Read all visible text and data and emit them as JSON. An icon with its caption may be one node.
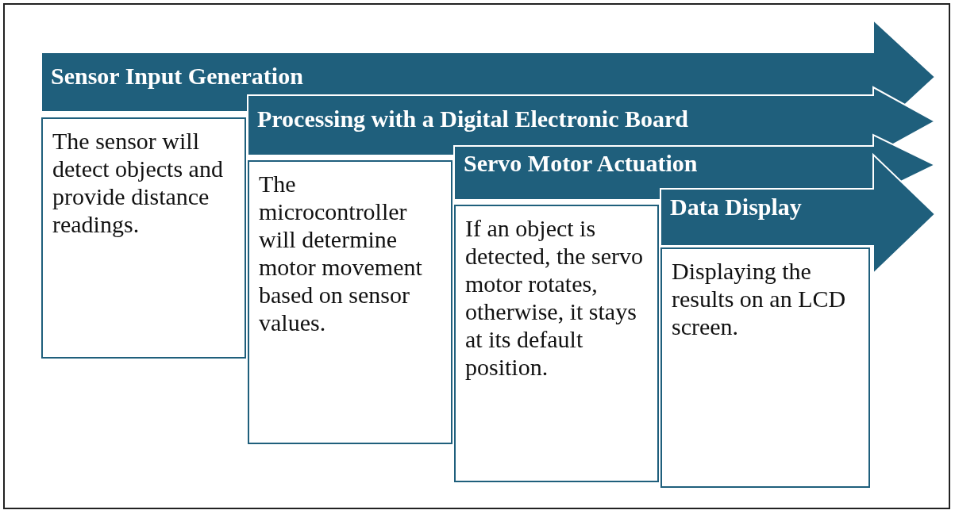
{
  "diagram": {
    "nodes": [
      {
        "text": [
          "Sensor Input Generation"
        ]
      },
      {
        "text": [
          "The sensor will detect objects and provide distance readings."
        ]
      },
      {
        "text": [
          "Processing with a Digital Electronic Board"
        ]
      },
      {
        "text": [
          "The microcontroller will determine motor movement based on sensor values."
        ]
      },
      {
        "text": [
          "Servo Motor Actuation"
        ]
      },
      {
        "text": [
          "If an object is detected, the servo motor rotates, otherwise, it stays at its default position."
        ]
      },
      {
        "text": [
          "Data Display"
        ]
      },
      {
        "text": [
          "Displaying the results on an LCD screen."
        ]
      }
    ]
  }
}
